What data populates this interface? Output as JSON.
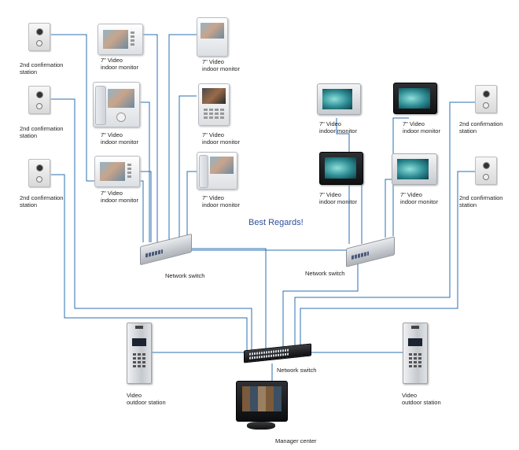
{
  "confirmation_stations": [
    "2nd confirmation\nstation",
    "2nd confirmation\nstation",
    "2nd confirmation\nstation",
    "2nd confirmation\nstation",
    "2nd confirmation\nstation"
  ],
  "indoor_monitors": [
    "7\" Video\nindoor monitor",
    "7\" Video\nindoor monitor",
    "7\" Video\nindoor monitor",
    "7\" Video\nindoor monitor",
    "7\" Video\nindoor monitor",
    "7\" Video\nindoor monitor",
    "7\" Video\nindoor monitor",
    "7\" Video\nindoor monitor",
    "7\" Video\nindoor monitor",
    "7\" Video\nindoor monitor"
  ],
  "switches": [
    "Network switch",
    "Network switch",
    "Network switch"
  ],
  "outdoor_stations": [
    "Video\noutdoor station",
    "Video\noutdoor station"
  ],
  "manager_center": "Manager center",
  "greeting": "Best Regards!",
  "colors": {
    "wire": "#2a6fb0",
    "greeting": "#2f4e9c"
  }
}
